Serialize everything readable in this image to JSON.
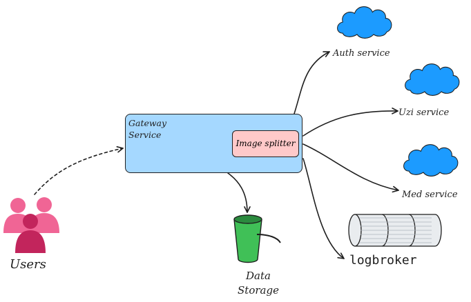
{
  "diagram": {
    "nodes": {
      "gateway": {
        "label": "Gateway Service",
        "fill": "#a5d8ff"
      },
      "image_splitter": {
        "label": "Image splitter",
        "fill": "#ffc9c9"
      },
      "auth": {
        "label": "Auth service",
        "icon": "cloud-icon"
      },
      "uzi": {
        "label": "Uzi service",
        "icon": "cloud-icon"
      },
      "med": {
        "label": "Med service",
        "icon": "cloud-icon"
      },
      "users": {
        "label": "Users",
        "icon": "users-icon"
      },
      "storage": {
        "label": "Data Storage",
        "icon": "bucket-icon"
      },
      "logbroker": {
        "label": "logbroker",
        "icon": "queue-icon"
      }
    },
    "edges": [
      {
        "from": "users",
        "to": "gateway",
        "style": "dashed"
      },
      {
        "from": "gateway",
        "to": "auth",
        "style": "solid"
      },
      {
        "from": "gateway",
        "to": "uzi",
        "style": "solid"
      },
      {
        "from": "gateway",
        "to": "med",
        "style": "solid"
      },
      {
        "from": "gateway",
        "to": "logbroker",
        "style": "solid"
      },
      {
        "from": "gateway",
        "to": "storage",
        "style": "solid"
      }
    ],
    "colors": {
      "cloud": "#1c9bff",
      "bucket": "#40c057",
      "bucket_dark": "#2b8a3e",
      "users_light": "#f06595",
      "users_dark": "#c2255c",
      "queue": "#e9ecef",
      "stroke": "#1e1e1e"
    }
  }
}
